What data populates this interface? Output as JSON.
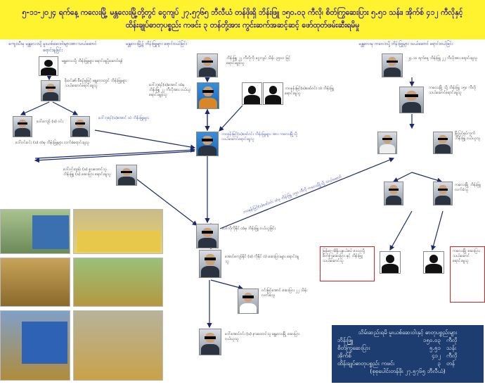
{
  "title": {
    "line1": "၅-၁၁-၂၀၂၄ ရက်နေ့ ကလေးမြို့ မန္တလေးမြို့တို့တွင် ငွေကျပ် ၂၇.၅၇၆၅ ဘီလီယံ တန်ဖိုးရှိ ဘိန်းဖြူ ၁၅၀.၀၃ ကီလို၊ စိတ်ကြွဆေးပြား ၅.၅၁ သန်း၊ အိုက်စ် ၄၁၂ ကီလိုနှင့်",
    "line2": "ထိန်းချုပ်ဓာတုပစ္စည်း ကဖင်း ၃ တန်တို့အား ကွင်းဆက်အဆင့်ဆင့် ဖော်ထုတ်ဖမ်းဆီးရမိမှု"
  },
  "sections": {
    "left": "ကျေးသီးမှ မန္တလေးသို့ မူးယစ်ဆေးဝါးများအား သယ်ဆောင်ရောင်းချခြင်း",
    "center": "မန္တလေးမြို့၌ ဘိန်းဖြူများ ရောင်းဝယ်ခြင်း",
    "right": "မန္တလေးမှ ကလေးသို့ ဘိန်းဖြူများ သယ်ဆောင် ရောင်းဝယ်ခြင်း"
  },
  "nodes": {
    "l1": "မန္တလေးသို့ ဘိန်းဖြူများ ရောင်းချပို့ဆောင်ရန်",
    "l2": "စိုးဝင်း၏ စီစဉ်မှုဖြင့် မန္တလေးတွင် ဘိန်းဖြူများ သယ်ဆောင်ရောင်းချသူ",
    "l3": "ဒေါ်ဝင်းဝင်း (ခ) ထံမှ ဘိန်းဖြူများ လက်ခံရောင်းချသူ",
    "l4": "ဒေါ်ကျော် (ခ) ဝင်း",
    "l5": "ဒေါ်ဝင်းထွန်း (ခ) နားထောင်သူ ဘိန်းဖြူ (ခ) ဆေးပြား ရောင်းချသူ",
    "c1": "ဘိန်းဖြူ ၂၂ ကီလိုကို ငွေကျပ် သိန်း ၃၅၀၀ ဖြင့် ရောင်းချခဲ့သူ",
    "c2": "ဒေါ်ဘုရင်(ခ)အောင် ထံမှ ဘိန်းဖြူ ၂၂ ကီလိုအား ဝယ်ယူရောင်းချခဲ့သူ",
    "c3": "ဘဝနန်းမြင့်(ခ)ဖော်ဝင်း ထံ ဘိန်းဖြူရောင်းချသူ",
    "c4": "ဘဝနန်းမြင့်(ခ)ဖော်ဝင်း ဘိန်းဖြူများ အား ကလေးမြို့သို့ သယ်ဆောင်ရောင်းချသူ",
    "c5": "ဒေါ်ကိုကိုနိုင် ထံမှ ဘိန်းဖြူ ဝယ်ယူခြင်း",
    "c6": "အောင်ကျော်နိုင် (ခ) ကိုနိုင် ထံ ဆေးပြားများ ရောင်းချသူ",
    "c7": "ဝင်းမြင့်အောင် ဆေးပြား ၂၂ သိန်း လက်ခံသူ",
    "c8": "ဒေါ်အောင်ဝင်း (ခ) နားထောင်သူ မန္တလေးမြို့ ဆေးပြား ဝယ်ယူသူ",
    "r1": "၂၄.၁၀ ရက်နေ့ ဘိန်းဖြူ ၂၂ ကီလိုအား ရောင်းချသူ",
    "r2": "ကလေးမြို့ သို့ ဘိန်းဖြူ ၁၅၀ ကီလို သယ်ဆောင်ရောင်းချသူ",
    "r3": "မြို့ပြင်ရပ်ကွက် ဘိန်းဖြူ ဝယ်ယူသူ",
    "r4": "ကလေးမြို့ ဘိန်းဖြူ လက်ခံသူ",
    "r5": "မြန်မာ-အိန္ဒိယနယ်စပ် ဒေသသို့ စိတ်ကြွဆေးပြား နှင့် ဘိန်းဖြူ သယ်ဆောင်သူ",
    "r6": "ကလေးမြို့ ဆေးပြား သယ်ဆောင် ရောင်းချသူ",
    "arrow1": "ဒေါ်ဘုရင်(ခ)အောင် ထံ ဘိန်းဖြူများ",
    "arrow2": "ဘဝနန်းမြင့်(ခ)ဖော်ဝင်း ထံမှ ဘိန်းဖြူ ၁၅၀ ကီလို ကလေးမြို့သို့ သယ်ဆောင်"
  },
  "summary": {
    "heading": "သိမ်းဆည်းရမိ မူးယစ်ဆေးဝါးနှင့် ဓာတုပစ္စည်းများ",
    "rows": [
      {
        "item": "ဘိန်းဖြူ",
        "qty": "၁၅၀.၀၃",
        "unit": "ကီလို"
      },
      {
        "item": "စိတ်ကြွဆေးပြား",
        "qty": "၅.၅၁",
        "unit": "သန်း"
      },
      {
        "item": "အိုက်စ်",
        "qty": "၄၁၂",
        "unit": "ကီလို"
      },
      {
        "item": "ထိန်းချုပ်ဓာတုပစ္စည်း ကဖင်း",
        "qty": "၃",
        "unit": "တန်"
      }
    ],
    "footer": "(စုစုပေါင်းတန်ဖိုး ၂၇.၅၇၆၅ ဘီလီယံ)"
  },
  "colors": {
    "title_bg": "#fff22e",
    "summary_bg": "#1d3c70",
    "arrow": "#1a2a6c"
  }
}
